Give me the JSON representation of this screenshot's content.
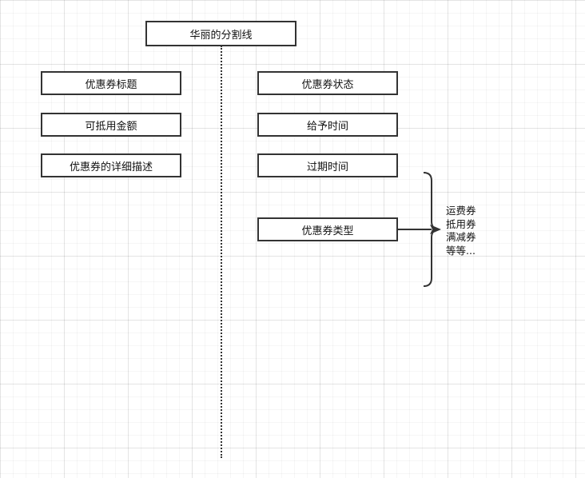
{
  "divider_box": {
    "label": "华丽的分割线"
  },
  "left_column": [
    {
      "label": "优惠券标题"
    },
    {
      "label": "可抵用金额"
    },
    {
      "label": "优惠券的详细描述"
    }
  ],
  "right_column": [
    {
      "label": "优惠券状态"
    },
    {
      "label": "给予时间"
    },
    {
      "label": "过期时间"
    },
    {
      "label": "优惠券类型"
    }
  ],
  "coupon_types": [
    "运费券",
    "抵用券",
    "满减券",
    "等等..."
  ],
  "colors": {
    "stroke": "#333333",
    "grid": "#e6e6e6",
    "background": "#ffffff"
  }
}
